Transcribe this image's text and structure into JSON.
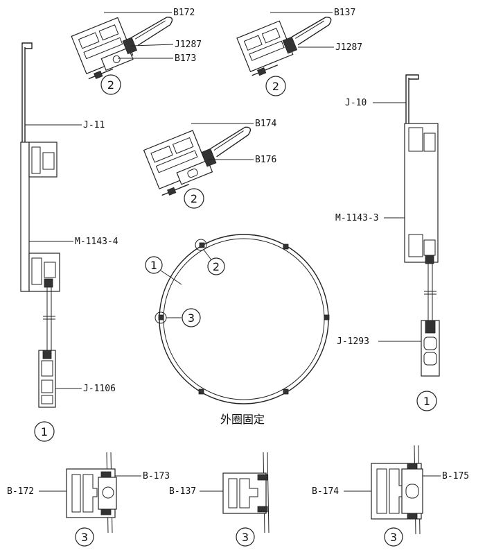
{
  "labels": {
    "b172_top": "B172",
    "j1287_a": "J1287",
    "b173_top": "B173",
    "b137_top": "B137",
    "j1287_b": "J1287",
    "b174_top": "B174",
    "b176": "B176",
    "j11": "J-11",
    "m1143_4": "M-1143-4",
    "j1106": "J-1106",
    "j10": "J-10",
    "m1143_3": "M-1143-3",
    "j1293": "J-1293",
    "b172_bot": "B-172",
    "b173_bot": "B-173",
    "b137_bot": "B-137",
    "b174_bot": "B-174",
    "b175_bot": "B-175"
  },
  "markers": {
    "one": "1",
    "two": "2",
    "three": "3"
  },
  "caption": "外圈固定"
}
